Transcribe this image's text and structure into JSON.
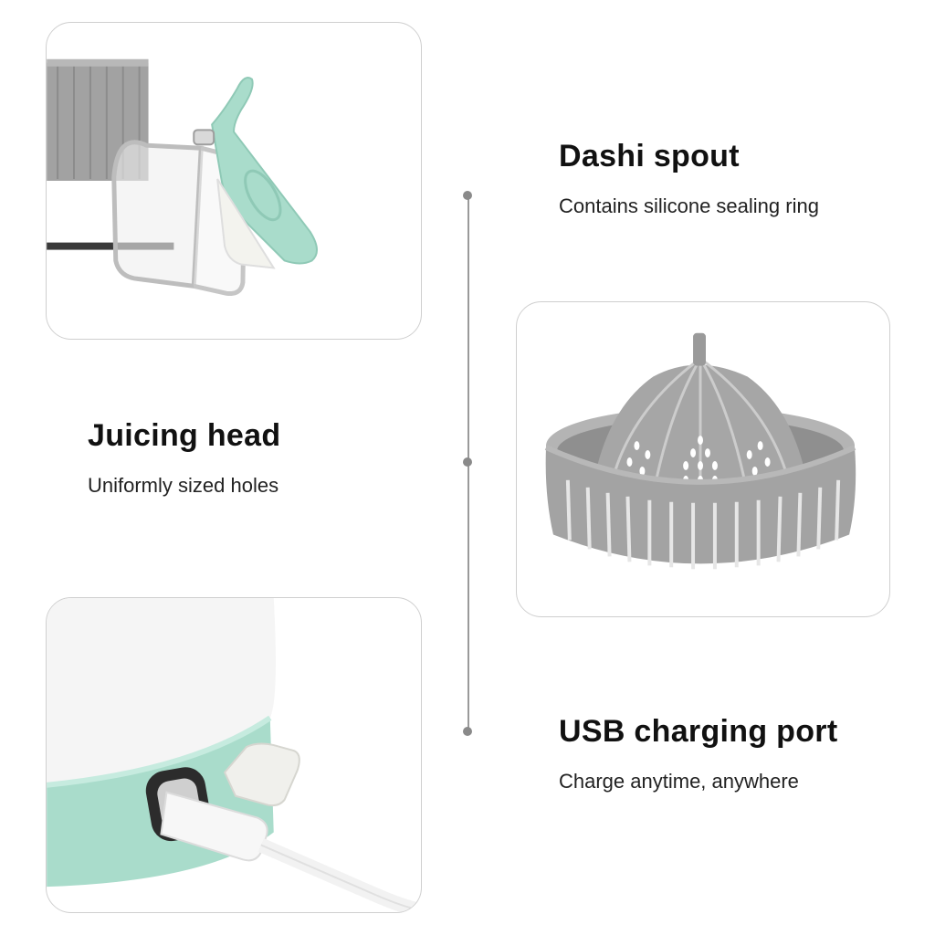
{
  "features": {
    "spout": {
      "title": "Dashi spout",
      "description": "Contains silicone sealing ring"
    },
    "head": {
      "title": "Juicing head",
      "description": "Uniformly sized holes"
    },
    "usb": {
      "title": "USB charging port",
      "description": "Charge anytime, anywhere"
    }
  },
  "colors": {
    "accent_mint": "#a9dccb",
    "product_gray": "#9a9a9a",
    "panel_border": "#cfcfcf",
    "text": "#111111"
  }
}
